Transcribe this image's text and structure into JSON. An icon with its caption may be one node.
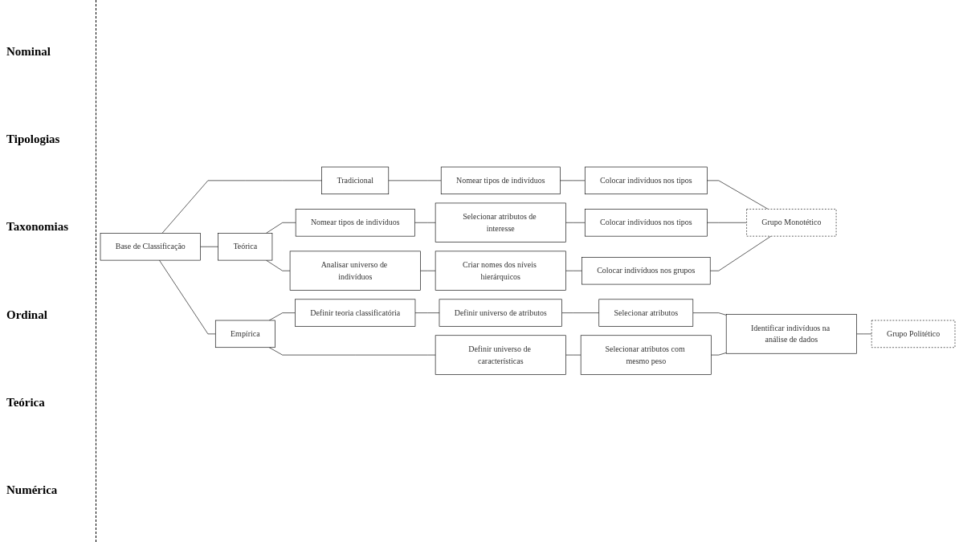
{
  "diagram": {
    "nodes": [
      {
        "text": [
          "Base de Classificação"
        ]
      },
      {
        "text": [
          "Tradicional"
        ]
      },
      {
        "text": [
          "Teórica"
        ]
      },
      {
        "text": [
          "Empírica"
        ]
      },
      {
        "text": [
          "Nomear tipos de indivíduos"
        ]
      },
      {
        "text": [
          "Colocar indivíduos nos tipos"
        ]
      },
      {
        "text": [
          "Nomear tipos de indivíduos"
        ]
      },
      {
        "text": [
          "Selecionar atributos de interesse"
        ]
      },
      {
        "text": [
          "Colocar indivíduos nos tipos"
        ]
      },
      {
        "text": [
          "Grupo Monotético"
        ]
      },
      {
        "text": [
          "Analisar universo de indivíduos"
        ]
      },
      {
        "text": [
          "Criar nomes dos níveis hierárquicos"
        ]
      },
      {
        "text": [
          "Colocar indivíduos nos grupos"
        ]
      },
      {
        "text": [
          "Definir teoria classificatória"
        ]
      },
      {
        "text": [
          "Definir universo de atributos"
        ]
      },
      {
        "text": [
          "Selecionar atributos"
        ]
      },
      {
        "text": [
          "Identificar indivíduos na análise de dados"
        ]
      },
      {
        "text": [
          "Grupo Politético"
        ]
      },
      {
        "text": [
          "Definir universo de características"
        ]
      },
      {
        "text": [
          "Selecionar atributos com mesmo peso"
        ]
      }
    ],
    "edges": [
      {
        "from": 0,
        "to": 1,
        "arrow": "none"
      },
      {
        "from": 0,
        "to": 2,
        "arrow": "none"
      },
      {
        "from": 0,
        "to": 3,
        "arrow": "none"
      },
      {
        "from": 1,
        "to": 4,
        "arrow": "none"
      },
      {
        "from": 4,
        "to": 5,
        "arrow": "none"
      },
      {
        "from": 5,
        "to": 9,
        "arrow": "none"
      },
      {
        "from": 2,
        "to": 6,
        "arrow": "none"
      },
      {
        "from": 6,
        "to": 7,
        "arrow": "none"
      },
      {
        "from": 7,
        "to": 8,
        "arrow": "none"
      },
      {
        "from": 8,
        "to": 9,
        "arrow": "none"
      },
      {
        "from": 2,
        "to": 10,
        "arrow": "none"
      },
      {
        "from": 10,
        "to": 11,
        "arrow": "none"
      },
      {
        "from": 11,
        "to": 12,
        "arrow": "none"
      },
      {
        "from": 12,
        "to": 9,
        "arrow": "none"
      },
      {
        "from": 3,
        "to": 13,
        "arrow": "none"
      },
      {
        "from": 13,
        "to": 14,
        "arrow": "none"
      },
      {
        "from": 14,
        "to": 15,
        "arrow": "none"
      },
      {
        "from": 15,
        "to": 16,
        "arrow": "none"
      },
      {
        "from": 16,
        "to": 17,
        "arrow": "none"
      },
      {
        "from": 3,
        "to": 18,
        "arrow": "none"
      },
      {
        "from": 18,
        "to": 19,
        "arrow": "none"
      },
      {
        "from": 19,
        "to": 16,
        "arrow": "none"
      }
    ],
    "labels": [
      "Nominal",
      "Tipologias",
      "Taxonomias",
      "Ordinal",
      "Teórica",
      "Numérica"
    ]
  }
}
